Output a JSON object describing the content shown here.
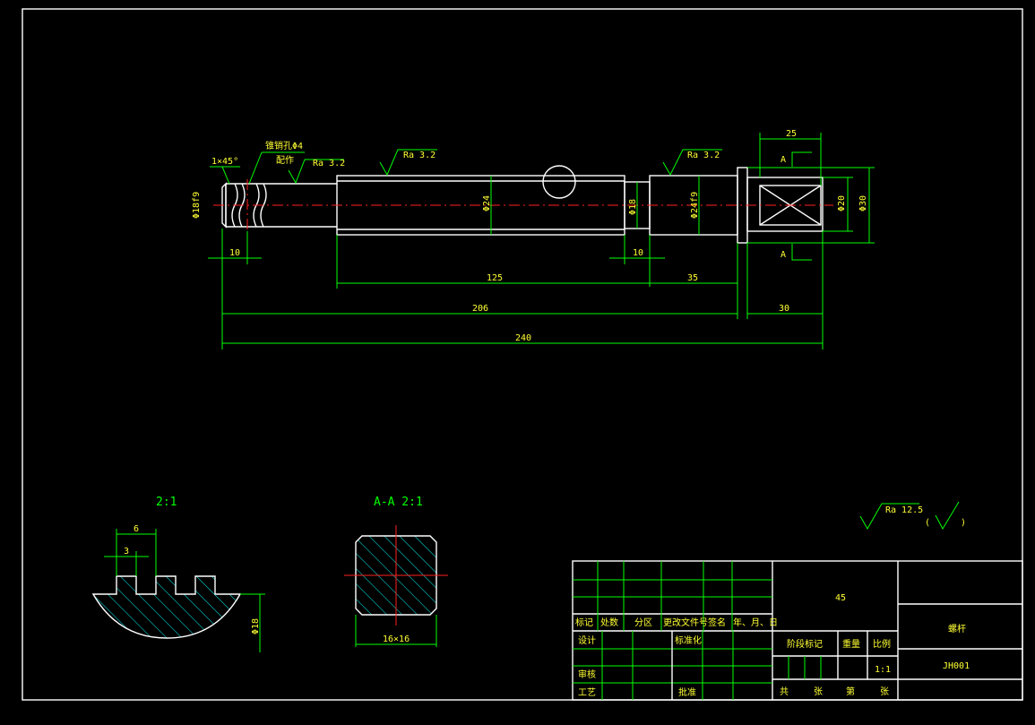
{
  "colors": {
    "dim": "#00ff00",
    "outline": "#ffffff",
    "hatch": "#00ffff",
    "center": "#ff2020",
    "text": "#ffff33"
  },
  "main_view": {
    "chamfer": "1×45°",
    "pin_hole": "锥销孔Φ4",
    "pin_hole_note": "配作",
    "ra_1": "Ra 3.2",
    "ra_2": "Ra 3.2",
    "ra_3": "Ra 3.2",
    "dia_left": "Φ18f9",
    "dia_mid": "Φ24",
    "dia_neck": "Φ18",
    "dia_right": "Φ24f9",
    "dia_square": "Φ20",
    "dia_flange": "Φ30",
    "section_mark_top": "A",
    "section_mark_bottom": "A",
    "dim_25": "25",
    "dim_10_left": "10",
    "dim_10_right": "10",
    "dim_125": "125",
    "dim_35": "35",
    "dim_206": "206",
    "dim_30": "30",
    "dim_240": "240"
  },
  "detail_view": {
    "scale": "2:1",
    "dim_6": "6",
    "dim_3": "3",
    "dim_dia": "Φ18"
  },
  "section_view": {
    "title": "A-A 2:1",
    "dim": "16×16"
  },
  "general_roughness": {
    "ra": "Ra 12.5",
    "paren_left": "(",
    "paren_right": ")"
  },
  "title_block": {
    "material": "45",
    "part_name": "螺杆",
    "drawing_no": "JH001",
    "rev_labels": [
      "标记",
      "处数",
      "分区",
      "更改文件号",
      "签名",
      "年、月、日"
    ],
    "design": "设计",
    "standardize": "标准化",
    "stage_mark": "阶段标记",
    "weight": "重量",
    "scale_label": "比例",
    "scale_value": "1:1",
    "review": "审核",
    "process": "工艺",
    "approve": "批准",
    "total": "共",
    "sheets": "张",
    "sheet_no": "第",
    "sheet_unit": "张"
  }
}
